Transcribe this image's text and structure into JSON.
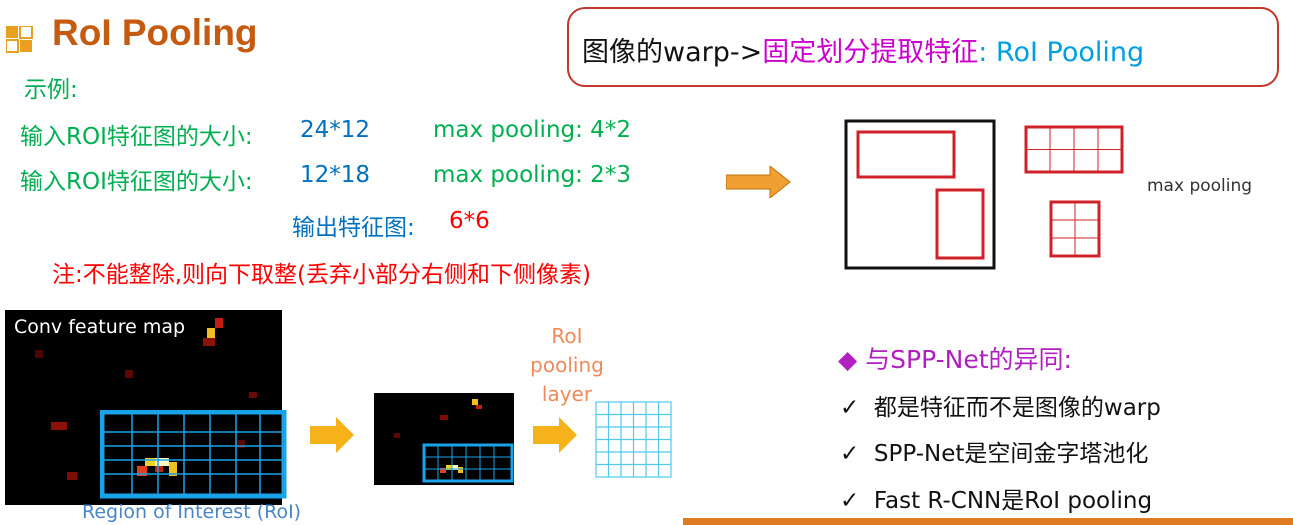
{
  "title": "RoI Pooling",
  "example_label": "示例:",
  "rows": [
    {
      "input_label": "输入ROI特征图的大小:",
      "input_size": "24*12",
      "pool_label": "max pooling: 4*2"
    },
    {
      "input_label": "输入ROI特征图的大小:",
      "input_size": "12*18",
      "pool_label": "max pooling: 2*3"
    }
  ],
  "output": {
    "label": "输出特征图:",
    "size": "6*6"
  },
  "note": "注:不能整除,则向下取整(丢弃小部分右侧和下侧像素)",
  "callout": {
    "part1": "图像的warp->",
    "part2": "固定划分提取特征",
    "part3": ": RoI Pooling"
  },
  "diagram": {
    "max_pooling_label": "max pooling"
  },
  "figure": {
    "conv_label": "Conv feature map",
    "roi_caption": "Region of Interest (RoI)",
    "roi_pool_label_lines": [
      "RoI",
      "pooling",
      "layer"
    ]
  },
  "spp": {
    "heading": "◆ 与SPP-Net的异同:",
    "items": [
      "都是特征而不是图像的warp",
      "SPP-Net是空间金字塔池化",
      "Fast R-CNN是RoI pooling"
    ],
    "check_mark": "✓"
  },
  "colors": {
    "title": "#c55a11",
    "green": "#00b050",
    "blue": "#0070c0",
    "red": "#ff0000",
    "magenta": "#cc00cc",
    "cyan": "#00a0e0",
    "roi_box": "#1aa3e8",
    "arrow": "#f0a020"
  },
  "icons": [
    "slide-logo-icon",
    "orange-right-arrow-icon",
    "yellow-right-arrow-icon"
  ]
}
